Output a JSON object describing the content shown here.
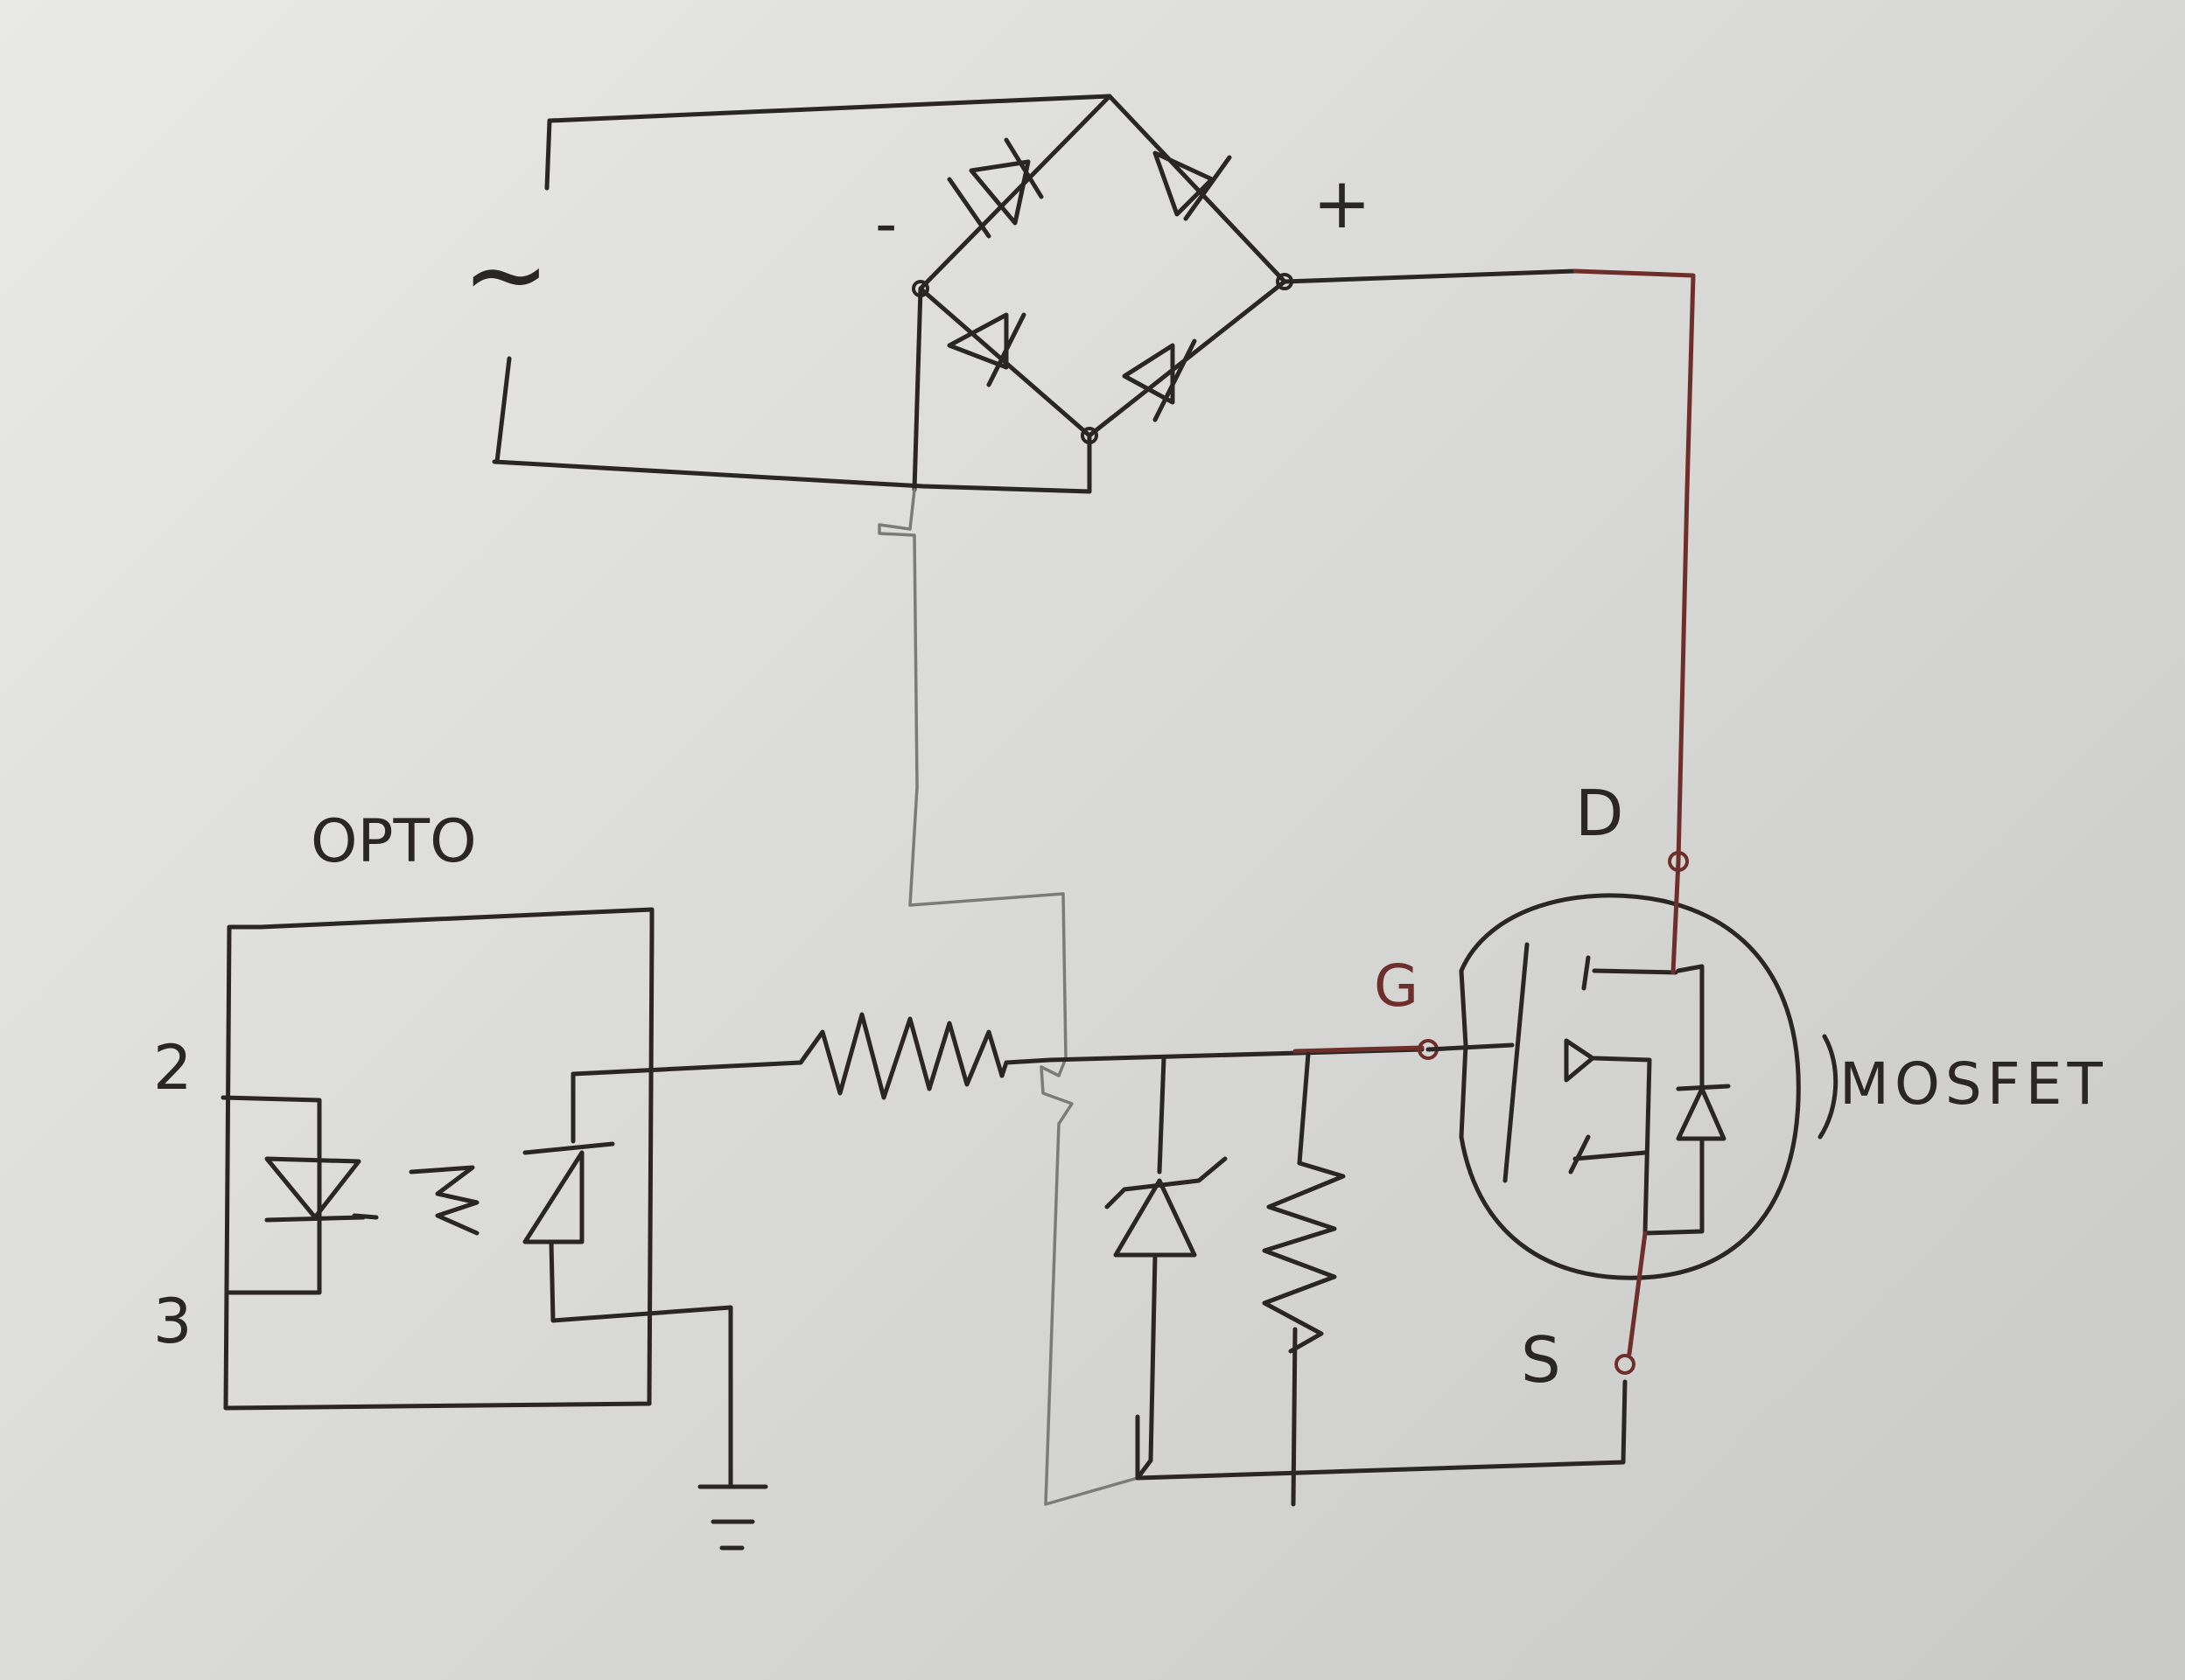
{
  "labels": {
    "ac_source": "~",
    "bridge_minus": "-",
    "bridge_plus": "+",
    "opto_title": "OPTO",
    "opto_pin_2": "2",
    "opto_pin_3": "3",
    "mosfet_drain": "D",
    "mosfet_gate": "G",
    "mosfet_source": "S",
    "mosfet_title": "MOSFET"
  },
  "ink_colors": {
    "black_ink": "#2a2624",
    "red_ink": "#6e2f2a",
    "pencil": "#7d7b78"
  }
}
